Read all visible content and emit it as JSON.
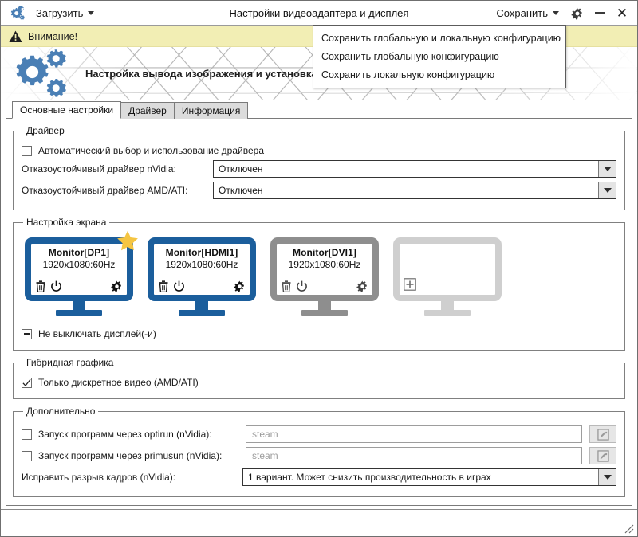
{
  "window": {
    "title": "Настройки видеоадаптера и дисплея",
    "load_menu_label": "Загрузить",
    "save_menu_label": "Сохранить",
    "settings_icon": "gear-icon",
    "minimize_icon": "minimize-icon",
    "close_icon": "close-icon",
    "app_icon": "gears-icon"
  },
  "save_menu": {
    "items": [
      {
        "label": "Сохранить глобальную и локальную конфигурацию"
      },
      {
        "label": "Сохранить глобальную конфигурацию"
      },
      {
        "label": "Сохранить локальную конфигурацию"
      }
    ]
  },
  "warning": {
    "icon": "warning-triangle-icon",
    "text": "Внимание!"
  },
  "banner": {
    "icon": "gears-logo-icon",
    "title": "Настройка вывода изображения и установка драйвера видеокарты"
  },
  "tabs": [
    {
      "label": "Основные настройки",
      "active": true
    },
    {
      "label": "Драйвер",
      "active": false
    },
    {
      "label": "Информация",
      "active": false
    }
  ],
  "driver_group": {
    "legend": "Драйвер",
    "auto_driver": {
      "label": "Автоматический выбор и использование драйвера",
      "checked": false
    },
    "nvidia": {
      "label": "Отказоустойчивый драйвер nVidia:",
      "value": "Отключен"
    },
    "amd": {
      "label": "Отказоустойчивый драйвер AMD/ATI:",
      "value": "Отключен"
    }
  },
  "screen_group": {
    "legend": "Настройка экрана",
    "monitors": [
      {
        "name": "Monitor[DP1]",
        "resolution": "1920x1080:60Hz",
        "state": "active",
        "primary": true,
        "icons": [
          "trash-icon",
          "power-icon",
          "gear-icon"
        ]
      },
      {
        "name": "Monitor[HDMI1]",
        "resolution": "1920x1080:60Hz",
        "state": "active",
        "primary": false,
        "icons": [
          "trash-icon",
          "power-icon",
          "gear-icon"
        ]
      },
      {
        "name": "Monitor[DVI1]",
        "resolution": "1920x1080:60Hz",
        "state": "disabled",
        "primary": false,
        "icons": [
          "trash-icon",
          "power-icon",
          "gear-icon"
        ]
      },
      {
        "name": "",
        "resolution": "",
        "state": "empty",
        "primary": false,
        "icons": [
          "plus-box-icon"
        ]
      }
    ],
    "keep_display_on": {
      "label": "Не выключать дисплей(-и)",
      "state": "indeterminate"
    }
  },
  "hybrid_group": {
    "legend": "Гибридная графика",
    "discrete_only": {
      "label": "Только дискретное видео (AMD/ATI)",
      "checked": true
    }
  },
  "extra_group": {
    "legend": "Дополнительно",
    "optirun": {
      "label": "Запуск программ через optirun (nVidia):",
      "checked": false,
      "placeholder": "steam",
      "value": "",
      "edit_icon": "edit-pencil-icon"
    },
    "primusrun": {
      "label": "Запуск программ через primusun (nVidia):",
      "checked": false,
      "placeholder": "steam",
      "value": "",
      "edit_icon": "edit-pencil-icon"
    },
    "tearfix": {
      "label": "Исправить разрыв кадров (nVidia):",
      "value": "1 вариант. Может снизить производительность в играх"
    }
  },
  "statusbar": {
    "grip_icon": "resize-grip-icon"
  },
  "colors": {
    "accent_blue": "#1b5e9c",
    "warning_bg": "#f2eeb4",
    "star_gold": "#f5c542",
    "disabled_gray": "#8e8e8e",
    "empty_gray": "#cfcfcf"
  }
}
